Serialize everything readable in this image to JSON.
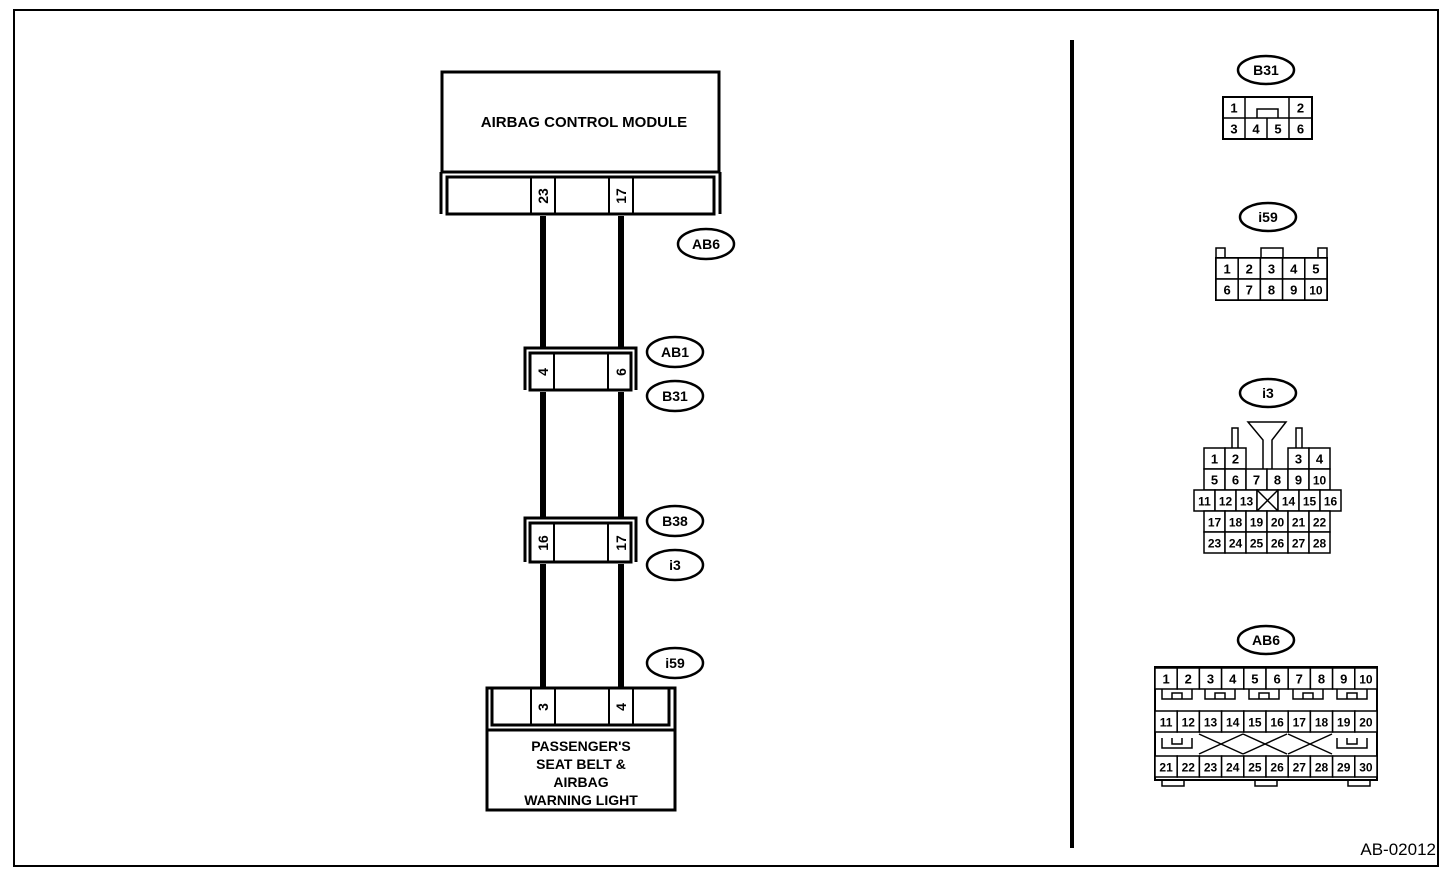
{
  "diagram": {
    "ecm": {
      "label": "AIRBAG CONTROL MODULE",
      "pins": [
        "23",
        "17"
      ],
      "connector": "AB6"
    },
    "junction1": {
      "pins": [
        "4",
        "6"
      ],
      "connectors": [
        "AB1",
        "B31"
      ]
    },
    "junction2": {
      "pins": [
        "16",
        "17"
      ],
      "connectors": [
        "B38",
        "i3"
      ]
    },
    "light": {
      "label_lines": [
        "PASSENGER'S",
        "SEAT BELT &",
        "AIRBAG",
        "WARNING LIGHT"
      ],
      "pins": [
        "3",
        "4"
      ],
      "connector": "i59"
    }
  },
  "connector_views": {
    "b31": {
      "tag": "B31",
      "pins": [
        "1",
        "2",
        "3",
        "4",
        "5",
        "6"
      ]
    },
    "i59": {
      "tag": "i59",
      "pins": [
        "1",
        "2",
        "3",
        "4",
        "5",
        "6",
        "7",
        "8",
        "9",
        "10"
      ]
    },
    "i3": {
      "tag": "i3",
      "pins": [
        "1",
        "2",
        "3",
        "4",
        "5",
        "6",
        "7",
        "8",
        "9",
        "10",
        "11",
        "12",
        "13",
        "14",
        "15",
        "16",
        "17",
        "18",
        "19",
        "20",
        "21",
        "22",
        "23",
        "24",
        "25",
        "26",
        "27",
        "28"
      ]
    },
    "ab6": {
      "tag": "AB6",
      "pins": [
        "1",
        "2",
        "3",
        "4",
        "5",
        "6",
        "7",
        "8",
        "9",
        "10",
        "11",
        "12",
        "13",
        "14",
        "15",
        "16",
        "17",
        "18",
        "19",
        "20",
        "21",
        "22",
        "23",
        "24",
        "25",
        "26",
        "27",
        "28",
        "29",
        "30"
      ]
    }
  },
  "doc_id": "AB-02012"
}
